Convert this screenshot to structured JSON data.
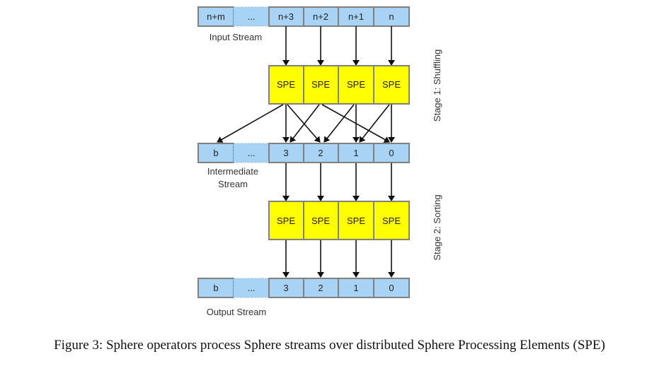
{
  "input_stream": {
    "label": "Input Stream",
    "cells": [
      "n+m",
      "...",
      "n+3",
      "n+2",
      "n+1",
      "n"
    ]
  },
  "stage1": {
    "label": "Stage 1: Shuffling",
    "spe": [
      "SPE",
      "SPE",
      "SPE",
      "SPE"
    ]
  },
  "intermediate_stream": {
    "label_line1": "Intermediate",
    "label_line2": "Stream",
    "cells": [
      "b",
      "...",
      "3",
      "2",
      "1",
      "0"
    ]
  },
  "stage2": {
    "label": "Stage 2: Sorting",
    "spe": [
      "SPE",
      "SPE",
      "SPE",
      "SPE"
    ]
  },
  "output_stream": {
    "label": "Output Stream",
    "cells": [
      "b",
      "...",
      "3",
      "2",
      "1",
      "0"
    ]
  },
  "caption": "Figure 3: Sphere operators process Sphere streams over distributed Sphere Processing Elements (SPE)"
}
